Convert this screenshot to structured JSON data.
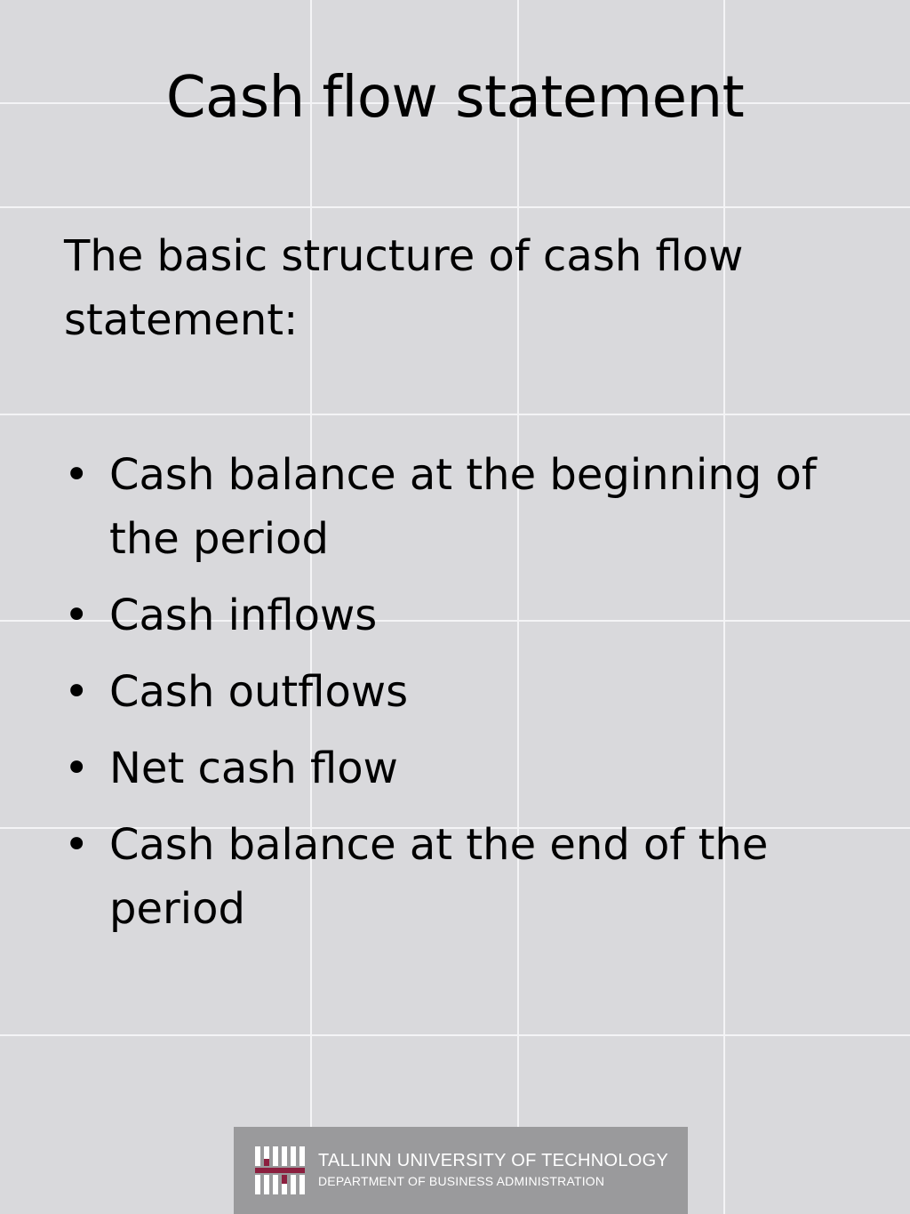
{
  "slide": {
    "title": "Cash flow statement",
    "intro": "The basic structure of cash flow statement:",
    "bullet_symbol": "•",
    "bullets": [
      "Cash balance at the beginning of the period",
      "Cash inflows",
      "Cash outflows",
      "Net cash flow",
      "Cash balance at the end of the period"
    ]
  },
  "footer": {
    "institution": "TALLINN UNIVERSITY OF TECHNOLOGY",
    "department": "DEPARTMENT OF BUSINESS ADMINISTRATION",
    "logo_icon": "university-logo-icon"
  },
  "colors": {
    "background": "#d9d9dc",
    "grid_lines": "#f4f4f6",
    "logo_box": "#9a9a9c",
    "logo_accent": "#8c1f3f",
    "text": "#000000"
  }
}
